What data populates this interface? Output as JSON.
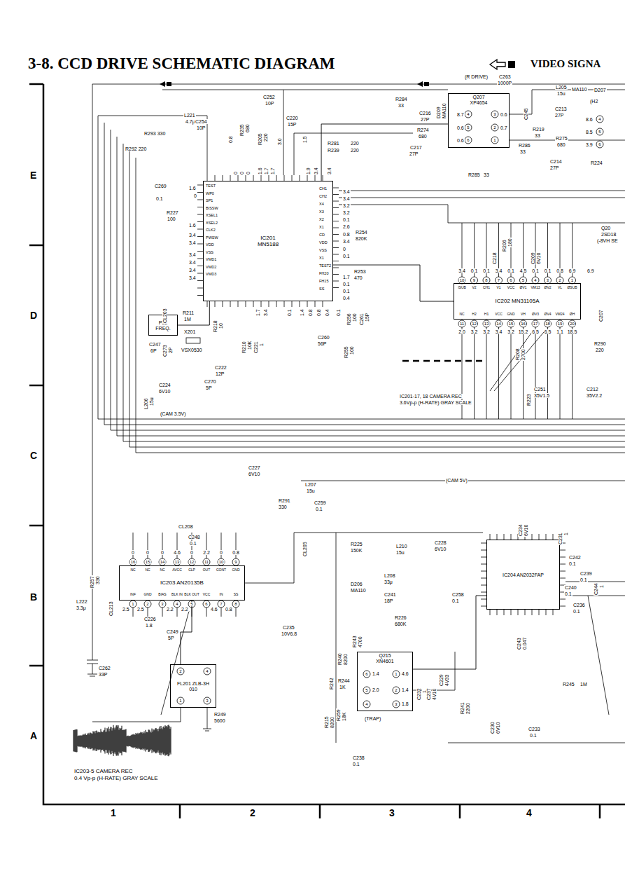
{
  "diagram": {
    "title": "3-8. CCD DRIVE SCHEMATIC DIAGRAM",
    "nodes": [
      {
        "text": [
          "IC201 MN5188"
        ]
      },
      {
        "text": [
          "IC202 MN31105A"
        ]
      },
      {
        "text": [
          "IC203 AN20135B"
        ]
      },
      {
        "text": [
          "IC204 AN2032FAP"
        ]
      },
      {
        "text": [
          "FL201 ZLB-3H 010"
        ]
      },
      {
        "text": [
          "Q207",
          "XP4654"
        ]
      },
      {
        "text": [
          "Q215",
          "XN4601"
        ]
      },
      {
        "text": [
          "PLL FREQ."
        ]
      }
    ],
    "edges": [
      {
        "from": 0,
        "to": 5,
        "arrow": "none"
      },
      {
        "from": 0,
        "to": 1,
        "arrow": "none"
      },
      {
        "from": 2,
        "to": 4,
        "arrow": "none"
      },
      {
        "from": 6,
        "to": 3,
        "arrow": "none"
      },
      {
        "from": 7,
        "to": 0,
        "arrow": "none"
      }
    ],
    "labels": [
      "VIDEO SIGNA",
      "E",
      "D",
      "C",
      "B",
      "A",
      "1",
      "2",
      "3",
      "4",
      "L221",
      "4.7μ",
      "C252",
      "10P",
      "C254",
      "10P",
      "R293 330",
      "R292 220",
      "0.8",
      "R235",
      "680",
      "R205",
      "220",
      "3.0",
      "C220",
      "15P",
      "1.5",
      "R281",
      "220",
      "R239",
      "220",
      "(R DRIVE)",
      "C263",
      "1000P",
      "R284",
      "33",
      "D209",
      "MA110",
      "C216",
      "27P",
      "R274",
      "680",
      "C217",
      "27P",
      "R285",
      "33",
      "R286",
      "33",
      "C245",
      "R219",
      "33",
      "C213",
      "27P",
      "R275",
      "680",
      "C214",
      "27P",
      "L205",
      "15u",
      "MA110",
      "D207",
      "R224",
      "(H2",
      "8.7",
      "0.6",
      "0.6",
      "0.7",
      "0.6",
      "4",
      "3",
      "5",
      "2",
      "6",
      "1",
      "8.6",
      "8.5",
      "3.9",
      "4",
      "5",
      "6",
      "C269",
      "0.1",
      "R227",
      "100",
      "1.6",
      "0",
      "1.6",
      "3.4",
      "3.4",
      "3.4",
      "3.4",
      "3.4",
      "3.4",
      "TEST",
      "WP0",
      "SP1",
      "BISSW",
      "XSEL1",
      "XSEL2",
      "CLK2",
      "PWSW",
      "VDD",
      "VSS",
      "VMD1",
      "VMD2",
      "VMD3",
      "CH1",
      "CH2",
      "X4",
      "X3",
      "X2",
      "X1",
      "CD",
      "VDD",
      "VSS",
      "X1",
      "TEST2",
      "FH20",
      "FH15",
      "SS",
      "3.4",
      "3.4",
      "3.2",
      "3.2",
      "0.1",
      "2.6",
      "0.8",
      "3.4",
      "0",
      "0.1",
      "1.7",
      "0.1",
      "0.1",
      "0.4",
      "R254",
      "820K",
      "R253",
      "470",
      "0",
      "0",
      "0",
      "1.6",
      "1.7",
      "1.7",
      "1.9",
      "3.4",
      "3.4",
      "0.1",
      "1.4",
      "0.8",
      "0.8",
      "0.4",
      "0.1",
      "3.4",
      "1.7",
      "R211",
      "1M",
      "X201",
      "VSX0530",
      "C247",
      "6P",
      "C273",
      "2P",
      "R218",
      "10",
      "R210",
      "10K",
      "C221",
      "1",
      "C222",
      "12P",
      "C270",
      "5P",
      "C224",
      "6V10",
      "L206",
      "15u",
      "(CAM 3.5V)",
      "CL203",
      "C260",
      "56P",
      "R255",
      "100",
      "R256",
      "100",
      "C261",
      "15P",
      "IC201-17, 18 CAMERA REC",
      "3.6Vp-p (H-RATE) GRAY SCALE",
      "10",
      "9",
      "8",
      "7",
      "6",
      "5",
      "4",
      "3",
      "2",
      "1",
      "ISUB",
      "V2",
      "CH1",
      "V1",
      "VCC",
      "ØV1",
      "VM13",
      "ØV2",
      "VL",
      "ØSUB",
      "3.4",
      "0.1",
      "0.1",
      "3.4",
      "0.1",
      "4.5",
      "0.1",
      "0.1",
      "0.8",
      "6.9",
      "6.9",
      "11",
      "12",
      "13",
      "14",
      "15",
      "16",
      "17",
      "18",
      "19",
      "20",
      "NC",
      "H2",
      "H1",
      "VCC",
      "GND",
      "VH",
      "ØV3",
      "ØV4",
      "VM24",
      "ØH",
      "2.0",
      "3.2",
      "3.2",
      "3.4",
      "3.2",
      "15.2",
      "6.5",
      "6.5",
      "1.1",
      "18.5",
      "R206",
      "180",
      "C218",
      "C209",
      "6V10",
      "C207",
      "R290",
      "220",
      "R208",
      "2700",
      "C251",
      "35V1.5",
      "R223",
      "C212",
      "35V2.2",
      "Q20",
      "2SD18",
      "(-8VH SE",
      "(CAM 5V)",
      "C227",
      "6V10",
      "L207",
      "15u",
      "C259",
      "0.1",
      "R291",
      "330",
      "CL208",
      "C248",
      "0.1",
      "CL205",
      "16",
      "15",
      "14",
      "13",
      "12",
      "11",
      "10",
      "9",
      "0",
      "0",
      "0",
      "4.6",
      "0",
      "2.2",
      "0",
      "0.8",
      "NC",
      "NC",
      "NC",
      "AVCC",
      "CLP",
      "OUT",
      "CONT",
      "GND",
      "1",
      "2",
      "3",
      "4",
      "5",
      "6",
      "7",
      "8",
      "INF",
      "GND",
      "BIAS",
      "BLK IN",
      "BLK OUT",
      "VCC",
      "IN",
      "SS",
      "2.5",
      "2.5",
      "2.2",
      "2.2",
      "4.6",
      "0.8",
      "R257",
      "330",
      "L222",
      "3.3μ",
      "CL213",
      "C226",
      "1.8",
      "C249",
      "5P",
      "C235",
      "10V6.8",
      "C262",
      "33P",
      "2",
      "4",
      "1",
      "3",
      "R249",
      "5600",
      "IC203-5 CAMERA REC",
      "0.4 Vp-p (H-RATE) GRAY SCALE",
      "R225",
      "150K",
      "L210",
      "15u",
      "C228",
      "6V10",
      "D206",
      "MA110",
      "L208",
      "33μ",
      "C241",
      "18P",
      "C258",
      "0.1",
      "R226",
      "680K",
      "R240",
      "8200",
      "R243",
      "4700",
      "R242",
      "R244",
      "1K",
      "6",
      "1",
      "5",
      "2",
      "4",
      "3",
      "1.4",
      "4.6",
      "2.0",
      "1.4",
      "1.8",
      "C232",
      "1",
      "C237",
      "4V10",
      "C229",
      "4V33",
      "R241",
      "2200",
      "C230",
      "6V10",
      "C233",
      "0.1",
      "R245",
      "1M",
      "C243",
      "0.047",
      "R215",
      "8200",
      "R259",
      "18K",
      "C238",
      "0.1",
      "(TRAP)",
      "C231",
      "1",
      "C234",
      "6V10",
      "C242",
      "0.1",
      "C239",
      "0.1",
      "C240",
      "0.1",
      "C244",
      "1",
      "C236",
      "0.1"
    ]
  }
}
